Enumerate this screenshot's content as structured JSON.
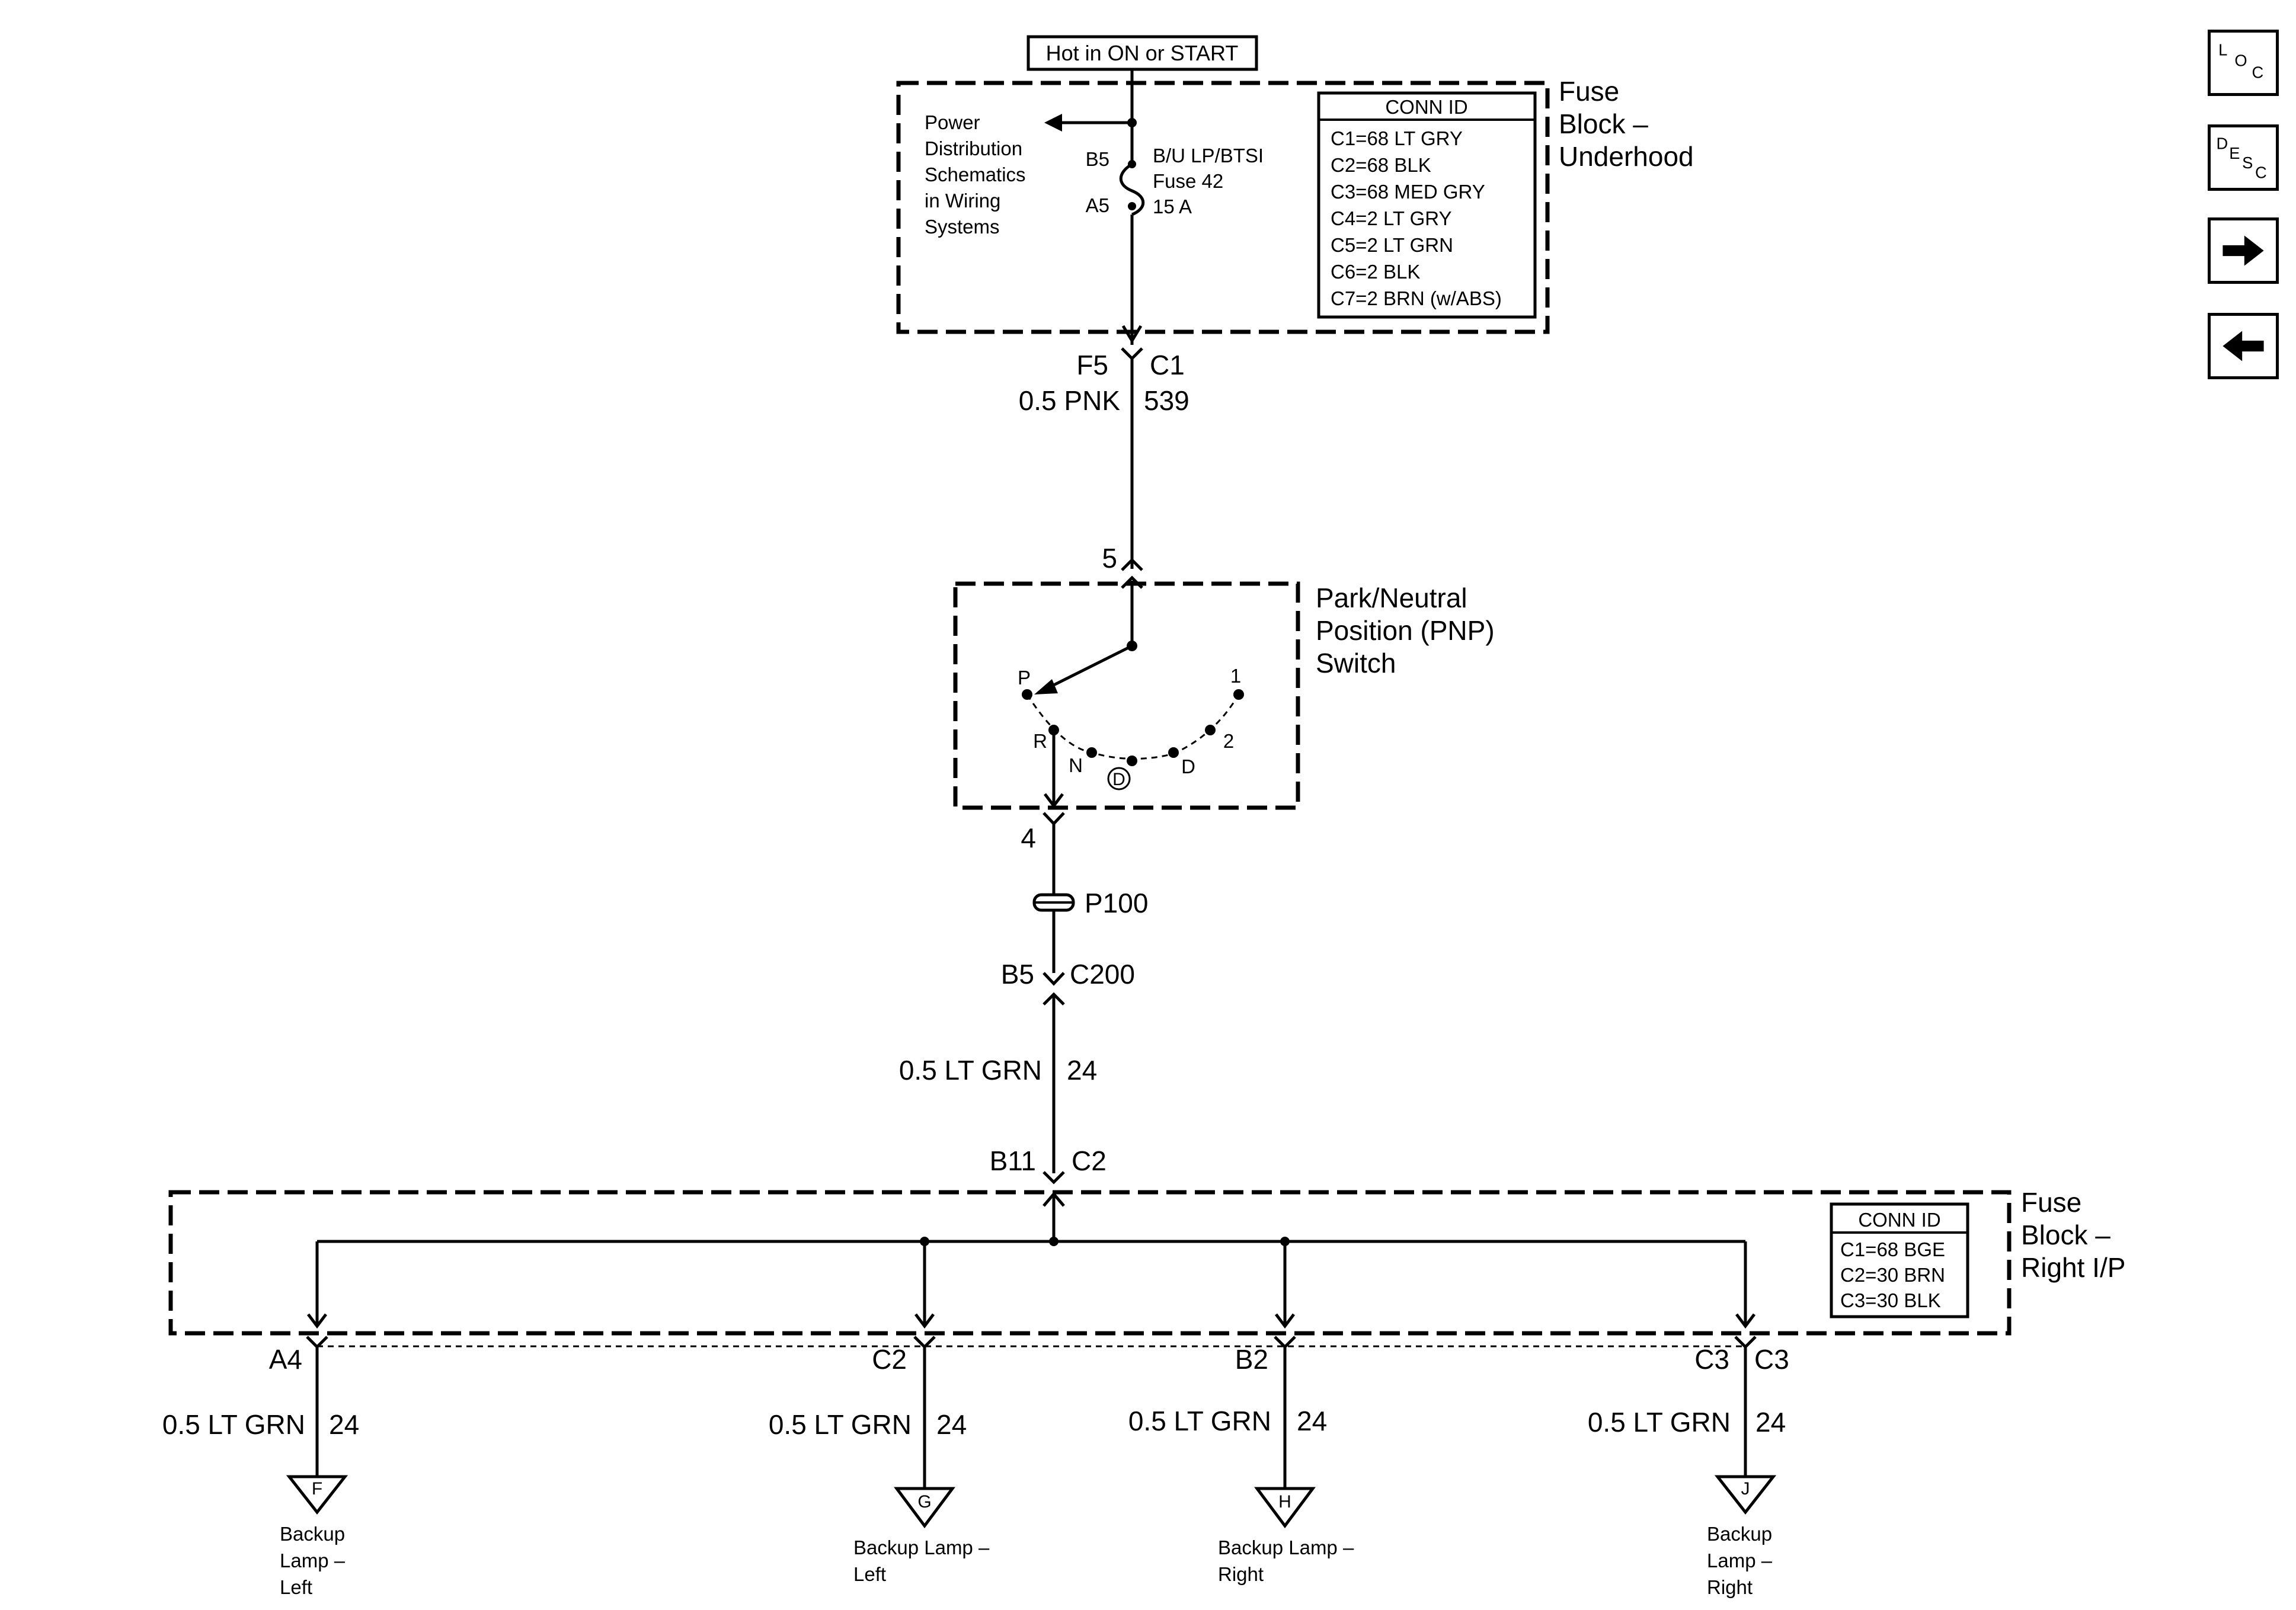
{
  "power": {
    "hot_label": "Hot in ON or START"
  },
  "fuse_block_underhood": {
    "title_lines": [
      "Fuse",
      "Block –",
      "Underhood"
    ],
    "ref_lines": [
      "Power",
      "Distribution",
      "Schematics",
      "in Wiring",
      "Systems"
    ],
    "pin_in": "B5",
    "pin_out": "A5",
    "fuse_lines": [
      "B/U LP/BTSI",
      "Fuse 42",
      "15 A"
    ],
    "conn_header": "CONN ID",
    "conn_ids": [
      "C1=68 LT GRY",
      "C2=68 BLK",
      "C3=68 MED GRY",
      "C4=2 LT GRY",
      "C5=2 LT GRN",
      "C6=2 BLK",
      "C7=2 BRN (w/ABS)"
    ]
  },
  "wire_1": {
    "pin": "F5",
    "conn": "C1",
    "gauge_color": "0.5 PNK",
    "circuit": "539"
  },
  "pnp_switch": {
    "title_lines": [
      "Park/Neutral",
      "Position (PNP)",
      "Switch"
    ],
    "pin_in": "5",
    "pin_out": "4",
    "positions": {
      "p": "P",
      "r": "R",
      "n": "N",
      "d_circle": "D",
      "d": "D",
      "two": "2",
      "one": "1"
    }
  },
  "splice": {
    "label": "P100"
  },
  "wire_2": {
    "pin": "B5",
    "conn": "C200",
    "gauge_color": "0.5 LT GRN",
    "circuit": "24"
  },
  "wire_3_pins": {
    "pin": "B11",
    "conn": "C2"
  },
  "fuse_block_ip": {
    "title_lines": [
      "Fuse",
      "Block –",
      "Right I/P"
    ],
    "conn_header": "CONN ID",
    "conn_ids": [
      "C1=68 BGE",
      "C2=30 BRN",
      "C3=30 BLK"
    ]
  },
  "outputs": [
    {
      "pin": "A4",
      "conn": "",
      "gauge_color": "0.5 LT GRN",
      "circuit": "24",
      "ground": "F",
      "lamp_lines": [
        "Backup",
        "Lamp –",
        "Left"
      ]
    },
    {
      "pin": "C2",
      "conn": "",
      "gauge_color": "0.5 LT GRN",
      "circuit": "24",
      "ground": "G",
      "lamp_lines": [
        "Backup Lamp –",
        "Left"
      ]
    },
    {
      "pin": "B2",
      "conn": "",
      "gauge_color": "0.5 LT GRN",
      "circuit": "24",
      "ground": "H",
      "lamp_lines": [
        "Backup Lamp –",
        "Right"
      ]
    },
    {
      "pin": "C3",
      "conn": "C3",
      "gauge_color": "0.5 LT GRN",
      "circuit": "24",
      "ground": "J",
      "lamp_lines": [
        "Backup",
        "Lamp –",
        "Right"
      ]
    }
  ],
  "nav": {
    "loc": {
      "l": "L",
      "o": "O",
      "c": "C"
    },
    "desc": {
      "d": "D",
      "e": "E",
      "s": "S",
      "c": "C"
    },
    "next_icon": "arrow-right-icon",
    "prev_icon": "arrow-left-icon"
  }
}
